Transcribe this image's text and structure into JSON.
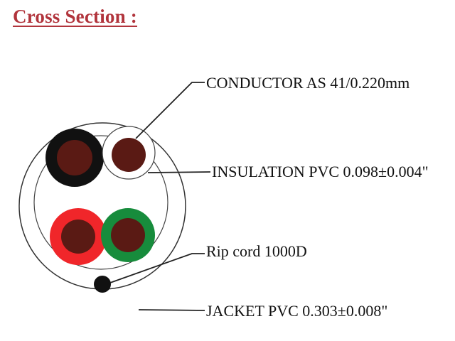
{
  "title": "Cross Section :",
  "labels": {
    "conductor": "CONDUCTOR  AS 41/0.220mm",
    "insulation": "INSULATION PVC 0.098±0.004\"",
    "rip_cord": "Rip cord 1000D",
    "jacket": "JACKET PVC 0.303±0.008\""
  },
  "colors": {
    "title": "#b1343c",
    "conductor_core": "#5a1a14",
    "insulation_black": "#111111",
    "insulation_white": "#ffffff",
    "insulation_red": "#f0262a",
    "insulation_green": "#178c3c",
    "rip_cord": "#111111",
    "outline": "#333333"
  }
}
